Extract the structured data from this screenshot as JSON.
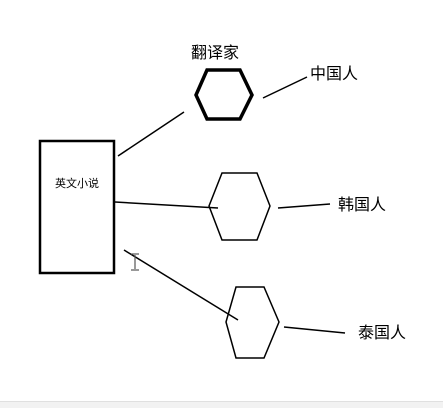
{
  "diagram": {
    "book": {
      "label": "英文小说"
    },
    "translator": {
      "label": "翻译家"
    },
    "targets": [
      {
        "label": "中国人"
      },
      {
        "label": "韩国人"
      },
      {
        "label": "泰国人"
      }
    ],
    "colors": {
      "stroke": "#000000",
      "background": "#ffffff",
      "strip": "#f2f2f2"
    },
    "icons": {
      "cursor": "text-cursor-icon"
    }
  }
}
